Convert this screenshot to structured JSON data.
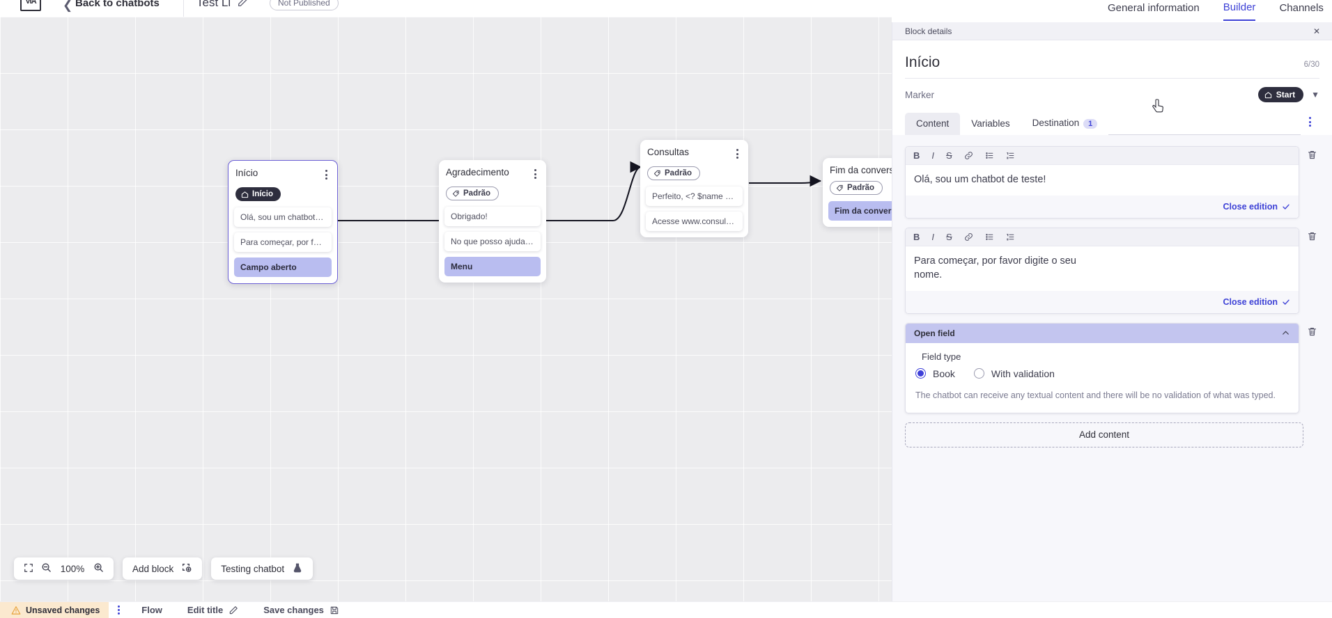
{
  "header": {
    "logo_name": "app-logo",
    "back_label": "Back to chatbots",
    "bot_title": "Test Li",
    "publish_status": "Not Published",
    "tabs": [
      {
        "label": "General information",
        "active": false
      },
      {
        "label": "Builder",
        "active": true
      },
      {
        "label": "Channels",
        "active": false
      }
    ]
  },
  "canvas": {
    "zoom_level": "100%",
    "add_block_label": "Add block",
    "testing_label": "Testing chatbot",
    "nodes": [
      {
        "id": "inicio",
        "title": "Início",
        "marker_label": "Início",
        "marker_type": "start",
        "selected": true,
        "messages": [
          {
            "text": "Olá, sou um chatbot de teste!",
            "accent": false
          },
          {
            "text": "Para começar, por favor digite o ...",
            "accent": false
          },
          {
            "text": "Campo aberto",
            "accent": true
          }
        ]
      },
      {
        "id": "agradecimento",
        "title": "Agradecimento",
        "marker_label": "Padrão",
        "marker_type": "default",
        "selected": false,
        "messages": [
          {
            "text": "Obrigado!",
            "accent": false
          },
          {
            "text": "No que posso ajudar, <? $name ...",
            "accent": false
          },
          {
            "text": "Menu",
            "accent": true
          }
        ]
      },
      {
        "id": "consultas",
        "title": "Consultas",
        "marker_label": "Padrão",
        "marker_type": "default",
        "selected": false,
        "messages": [
          {
            "text": "Perfeito, <? $name ?>!",
            "accent": false
          },
          {
            "text": "Acesse www.consultas.com par...",
            "accent": false
          }
        ]
      },
      {
        "id": "fim",
        "title": "Fim da conversa",
        "marker_label": "Padrão",
        "marker_type": "default",
        "selected": false,
        "messages": [
          {
            "text": "Fim da conversa",
            "accent": true
          }
        ]
      }
    ]
  },
  "statusbar": {
    "unsaved_label": "Unsaved changes",
    "flow_label": "Flow",
    "edit_title_label": "Edit title",
    "save_label": "Save changes"
  },
  "panel": {
    "strip_label": "Block details",
    "title": "Início",
    "char_count": "6/30",
    "marker_label": "Marker",
    "marker_value": "Start",
    "tabs": [
      {
        "label": "Content",
        "active": true,
        "badge": ""
      },
      {
        "label": "Variables",
        "active": false,
        "badge": ""
      },
      {
        "label": "Destination",
        "active": false,
        "badge": "1"
      }
    ],
    "editors": [
      {
        "text": "Olá, sou um chatbot de teste!",
        "close_label": "Close edition"
      },
      {
        "text": "Para começar, por favor digite o seu nome.",
        "close_label": "Close edition"
      }
    ],
    "open_field": {
      "header": "Open field",
      "legend": "Field type",
      "options": [
        {
          "label": "Book",
          "selected": true
        },
        {
          "label": "With validation",
          "selected": false
        }
      ],
      "help": "The chatbot can receive any textual content and there will be no validation of what was typed."
    },
    "add_content_label": "Add content"
  },
  "colors": {
    "accent": "#3d41d6",
    "node_accent": "#b9bdf0",
    "warning_bg": "#fbe9cf",
    "marker_dark": "#2e2e3e"
  }
}
